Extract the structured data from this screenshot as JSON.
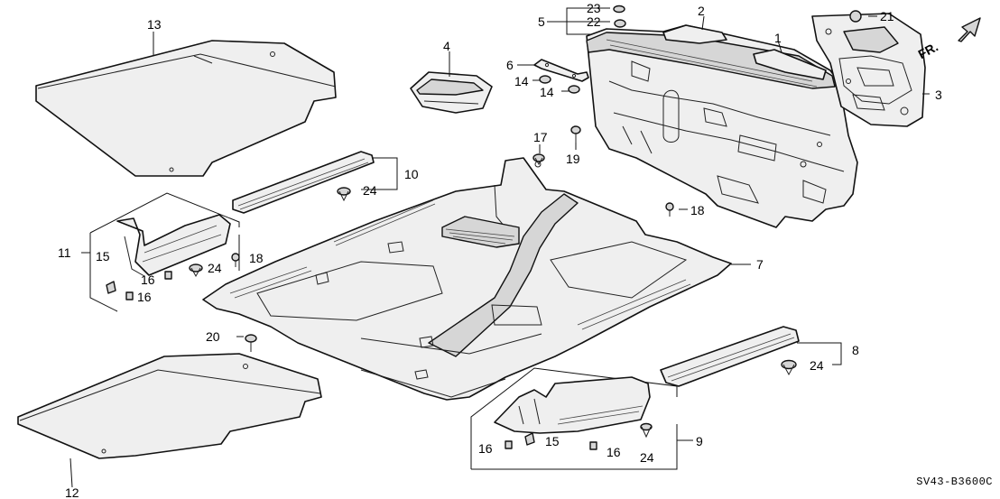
{
  "diagram": {
    "drawing_code": "SV43-B3600C",
    "direction_label": "FR.",
    "callouts": {
      "c1": "1",
      "c2": "2",
      "c3": "3",
      "c4": "4",
      "c5": "5",
      "c6": "6",
      "c7": "7",
      "c8": "8",
      "c9": "9",
      "c10": "10",
      "c11": "11",
      "c12": "12",
      "c13": "13",
      "c14a": "14",
      "c14b": "14",
      "c15a": "15",
      "c15b": "15",
      "c16a": "16",
      "c16b": "16",
      "c16c": "16",
      "c16d": "16",
      "c17": "17",
      "c18a": "18",
      "c18b": "18",
      "c19": "19",
      "c20": "20",
      "c21": "21",
      "c22": "22",
      "c23": "23",
      "c24a": "24",
      "c24b": "24",
      "c24c": "24",
      "c24d": "24"
    }
  }
}
